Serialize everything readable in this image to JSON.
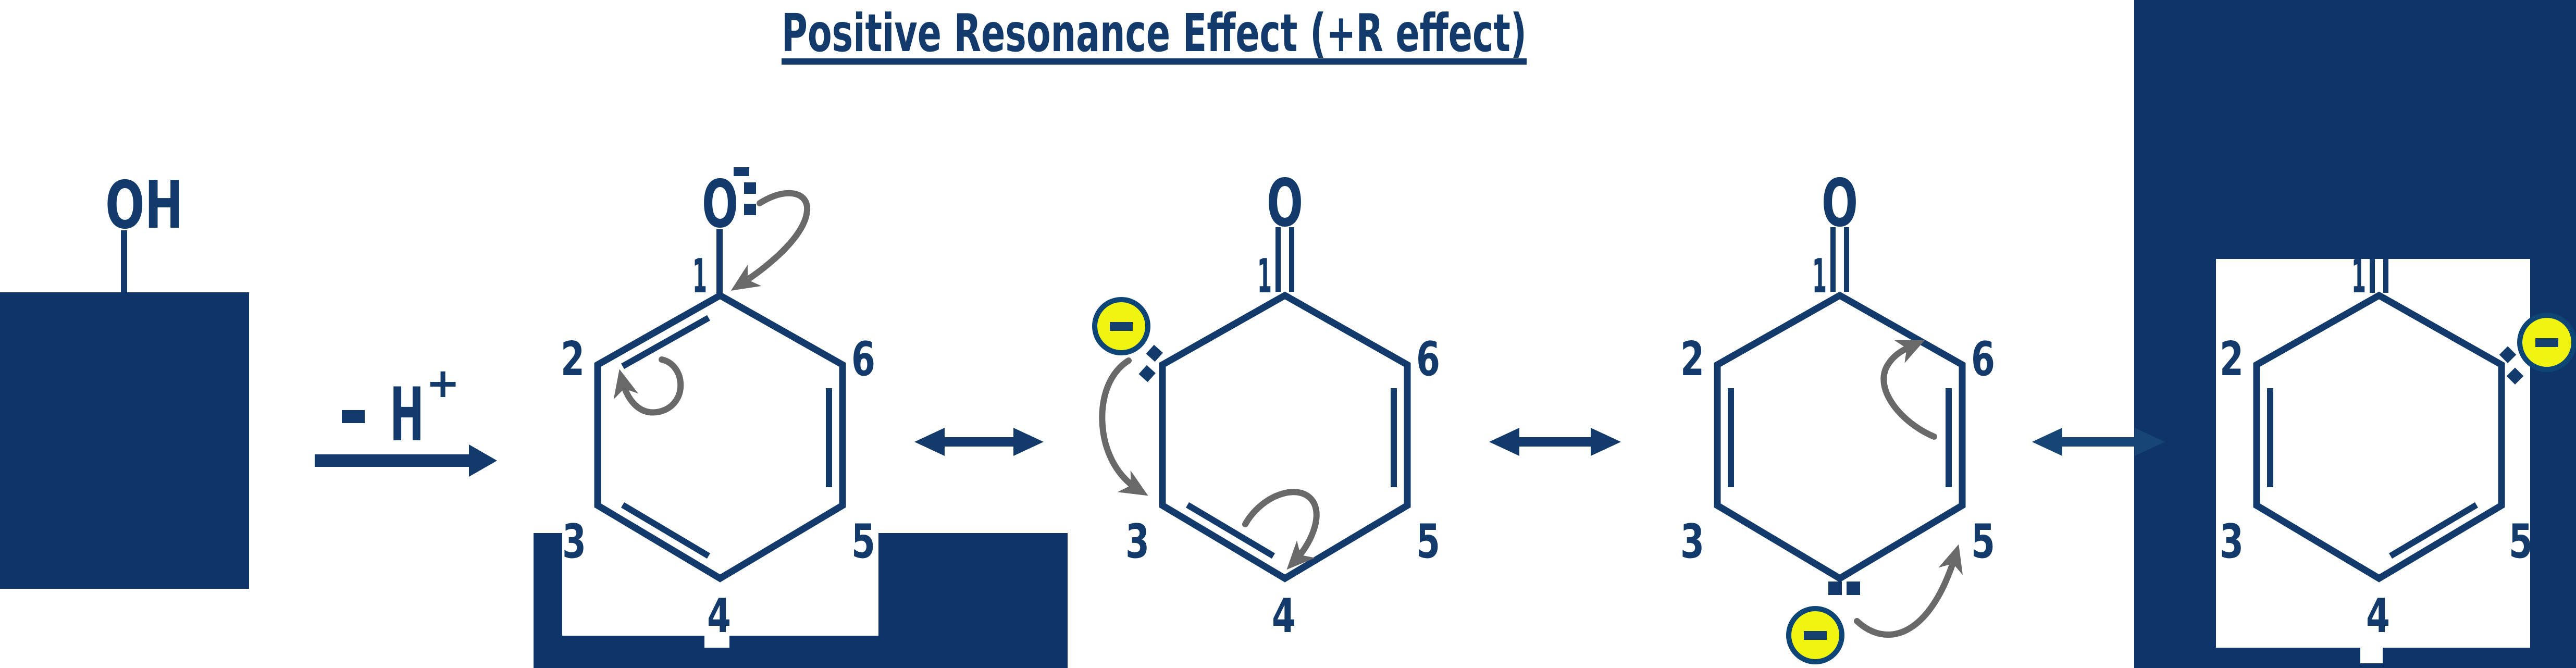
{
  "title": {
    "text": "Positive Resonance Effect (+R effect)"
  },
  "phenol": {
    "substituent": "OH"
  },
  "reaction": {
    "hydrogen": "H",
    "plus": "+",
    "minus": "-"
  },
  "atom": {
    "oxygen": "O"
  },
  "ring": {
    "n1": "1",
    "n2": "2",
    "n3": "3",
    "n4": "4",
    "n5": "5",
    "n6": "6"
  },
  "charge": {
    "symbol": "-"
  },
  "colors": {
    "navy": "#123a6b",
    "deep_fill": "#0e3469",
    "light_arrow": "#174674",
    "gray_arrow": "#696969",
    "charge_yellow": "#f0f411",
    "badge_border": "#0e4577",
    "background": "#ffffff"
  }
}
